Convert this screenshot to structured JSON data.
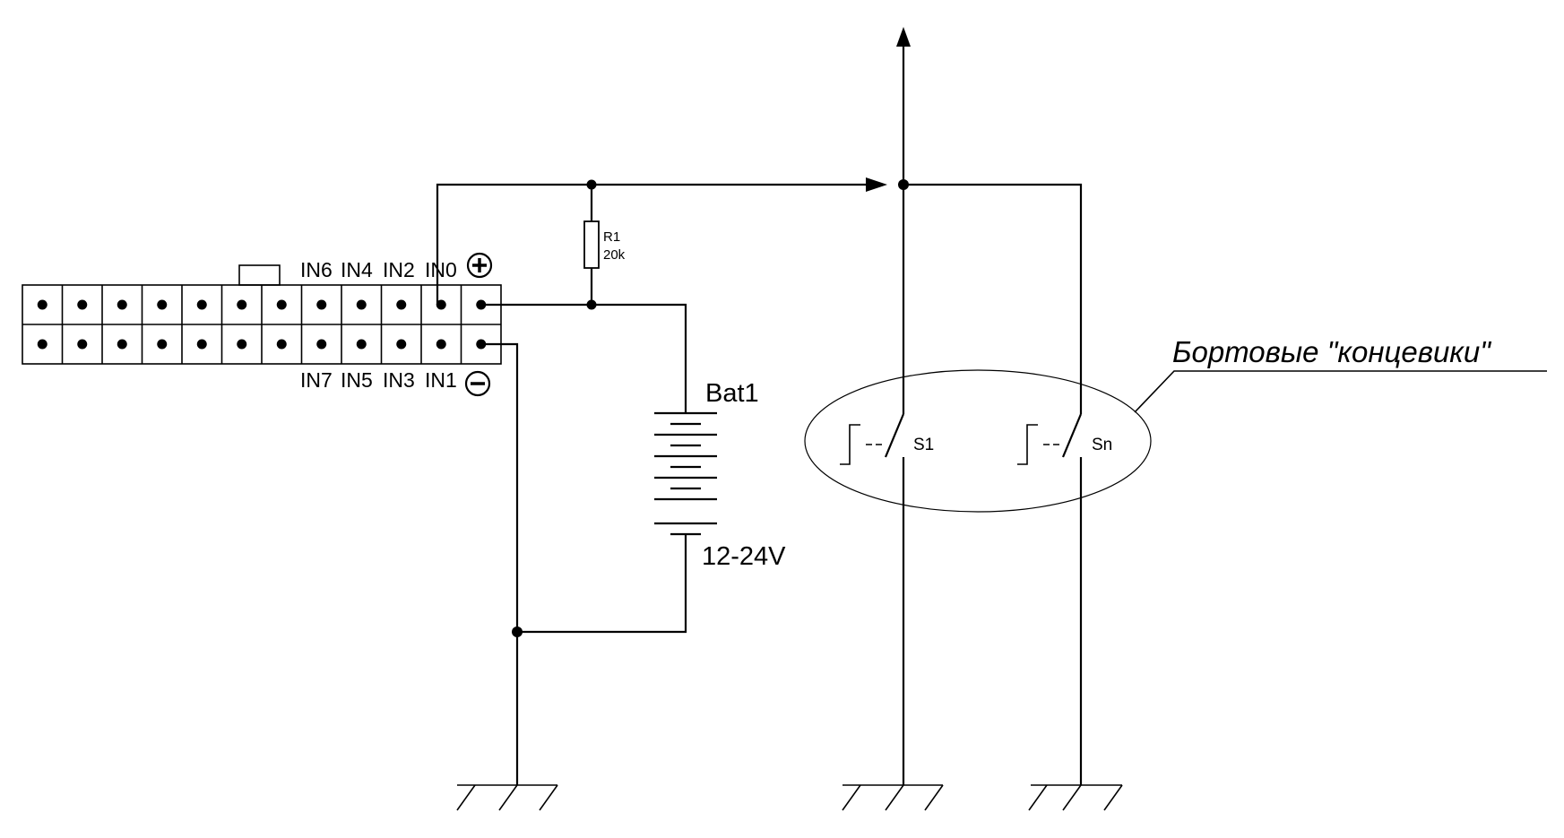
{
  "connector": {
    "top_pin_labels": [
      "IN6",
      "IN4",
      "IN2",
      "IN0"
    ],
    "bottom_pin_labels": [
      "IN7",
      "IN5",
      "IN3",
      "IN1"
    ],
    "plus_symbol": "+",
    "minus_symbol": "−",
    "columns": 12,
    "rows": 2
  },
  "resistor": {
    "name": "R1",
    "value": "20k"
  },
  "battery": {
    "name": "Bat1",
    "voltage": "12-24V"
  },
  "switches": [
    {
      "name": "S1"
    },
    {
      "name": "Sn"
    }
  ],
  "callout": {
    "text": "Бортовые \"концевики\""
  },
  "icons": [
    "plus-circle-icon",
    "minus-circle-icon",
    "ground-icon",
    "arrow-up-icon",
    "arrow-right-icon"
  ]
}
